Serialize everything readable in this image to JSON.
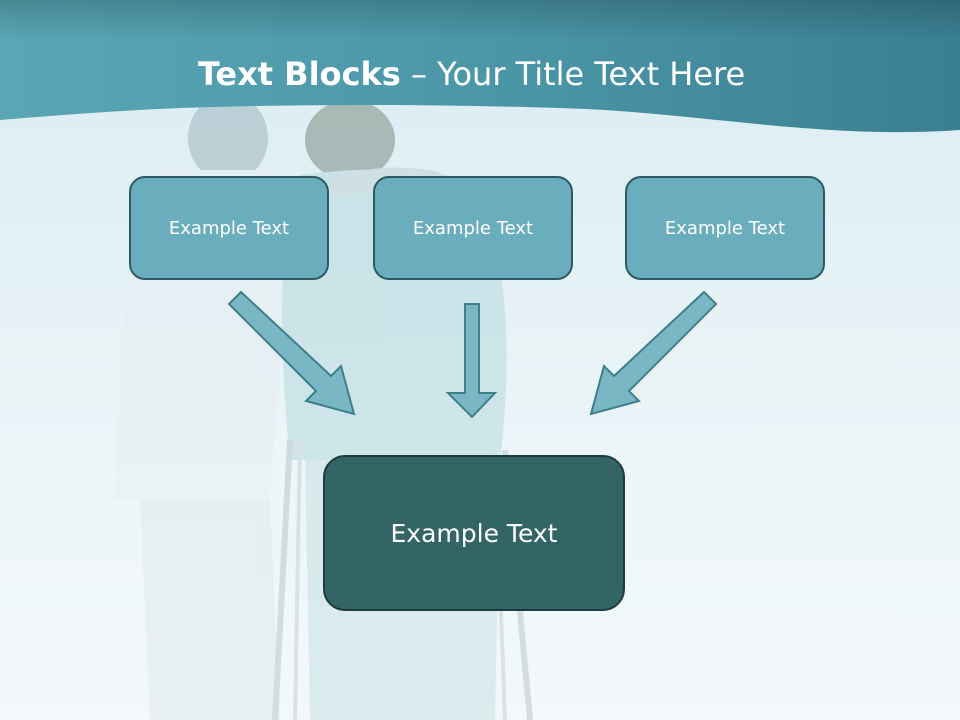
{
  "slide": {
    "title_bold": "Text Blocks",
    "title_rest": "– Your Title Text Here"
  },
  "blocks": {
    "left": "Example Text",
    "middle": "Example Text",
    "right": "Example Text",
    "center": "Example Text"
  },
  "colors": {
    "header": "#4b97a8",
    "small_box_fill": "#6aaebd",
    "small_box_border": "#2e5a63",
    "large_box_fill": "#336566",
    "arrow_fill": "#79b7c4",
    "arrow_stroke": "#3f7f8c"
  }
}
